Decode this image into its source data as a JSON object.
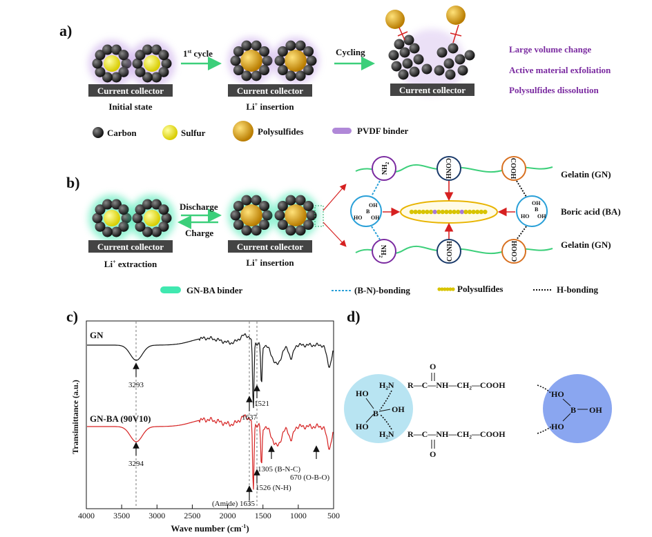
{
  "panel_a": {
    "label": "a)",
    "collector": "Current collector",
    "caption_initial": "Initial state",
    "caption_insertion": "Li",
    "caption_insertion_rest": " insertion",
    "arrow1_sup": "st",
    "arrow1_pre": "1",
    "arrow1_post": " cycle",
    "arrow2": "Cycling",
    "issues": [
      "Large volume change",
      "Active material exfoliation",
      "Polysulfides dissolution"
    ],
    "legend": {
      "carbon": "Carbon",
      "sulfur": "Sulfur",
      "polysulfides": "Polysulfides",
      "binder": "PVDF binder"
    }
  },
  "panel_b": {
    "label": "b)",
    "discharge": "Discharge",
    "charge": "Charge",
    "caption_extraction": " extraction",
    "caption_insertion": " insertion",
    "li": "Li",
    "nh2": "NH",
    "conh": "CONH",
    "cooh": "COOH",
    "oh": "OH",
    "ho": "HO",
    "b": "B",
    "gelatin": "Gelatin (GN)",
    "boric_acid": "Boric acid (BA)",
    "legend": {
      "binder": "GN-BA binder",
      "bn": "(B-N)-bonding",
      "polysulfides": "Polysulfides",
      "hbond": "H-bonding"
    }
  },
  "panel_c": {
    "label": "c)",
    "gn": "GN",
    "gnba": "GN-BA (90V10)",
    "peaks": [
      "3293",
      "1637",
      "1521",
      "3294",
      "1305 (B-N-C)",
      "1526 (N-H)",
      "670 (O-B-O)",
      "(Amide) 1635"
    ],
    "ylabel": "Transimittance (a.u.)",
    "xlabel": "Wave number (cm",
    "xlabel_sup": "-1",
    "xlabel_end": ")",
    "xticks": [
      "4000",
      "3500",
      "3000",
      "2500",
      "2000",
      "1500",
      "1000",
      "500"
    ]
  },
  "panel_d": {
    "label": "d)",
    "chain_top": "R—C—NH—CH₂—COOH",
    "chain_bot": "R—C—NH—CH₂—COOH",
    "h2n": "H₂N",
    "o": "O",
    "ho": "HO",
    "oh": "OH",
    "b": "B"
  },
  "colors": {
    "carbon": "#2b2b2b",
    "sulfur": "#e8e000",
    "polysulfide": "#d9a400",
    "pvdf": "#b088d8",
    "gnba": "#40e8b0",
    "gelatin": "#3ccf7a",
    "gn_line": "#111111",
    "gnba_line": "#d62020"
  }
}
